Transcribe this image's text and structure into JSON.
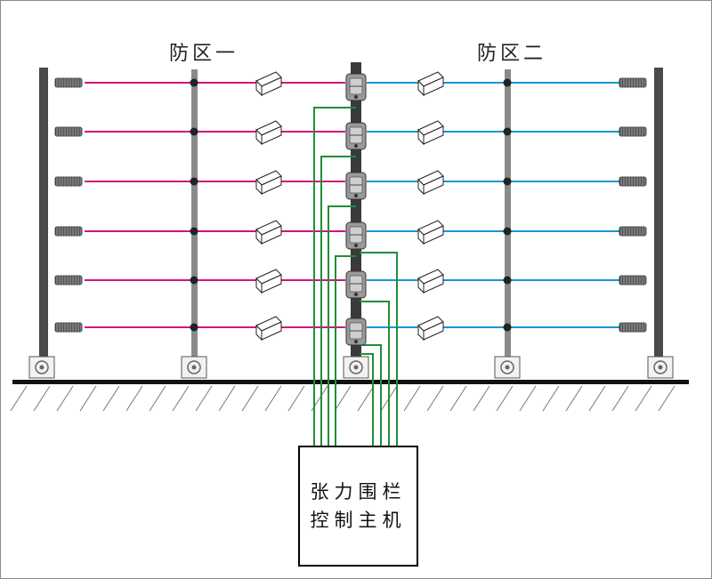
{
  "zones": {
    "zone1_title": "防区一",
    "zone2_title": "防区二"
  },
  "controller": {
    "line1": "张力围栏",
    "line2": "控制主机"
  },
  "colors": {
    "zone1_wire": "#d0157a",
    "zone2_wire": "#1a96d2",
    "signal_cable": "#1f8f3a",
    "end_post": "#4a4a4a",
    "middle_post": "#8a8a8a",
    "ground": "#111111"
  },
  "wire_count": 6,
  "icons": [
    "tension-spring-icon",
    "insulator-icon",
    "wire-support-icon",
    "tension-detector-icon",
    "post-base-icon"
  ]
}
